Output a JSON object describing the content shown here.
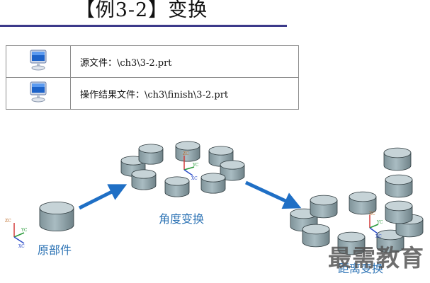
{
  "header": {
    "title": "【例3-2】变换"
  },
  "files_table": {
    "rows": [
      {
        "icon": "computer-monitor-icon",
        "text": "源文件：\\ch3\\3-2.prt"
      },
      {
        "icon": "computer-monitor-icon",
        "text": "操作结果文件：\\ch3\\finish\\3-2.prt"
      }
    ]
  },
  "diagram": {
    "label_original": "原部件",
    "label_angle": "角度变换",
    "label_distance": "距离变换",
    "axis_labels": {
      "zc": "ZC",
      "yc": "YC",
      "xc": "XC"
    },
    "arrow_color": "#1f6fc5",
    "cylinder_color": "#8fa3aa"
  },
  "watermark": "最需教育"
}
